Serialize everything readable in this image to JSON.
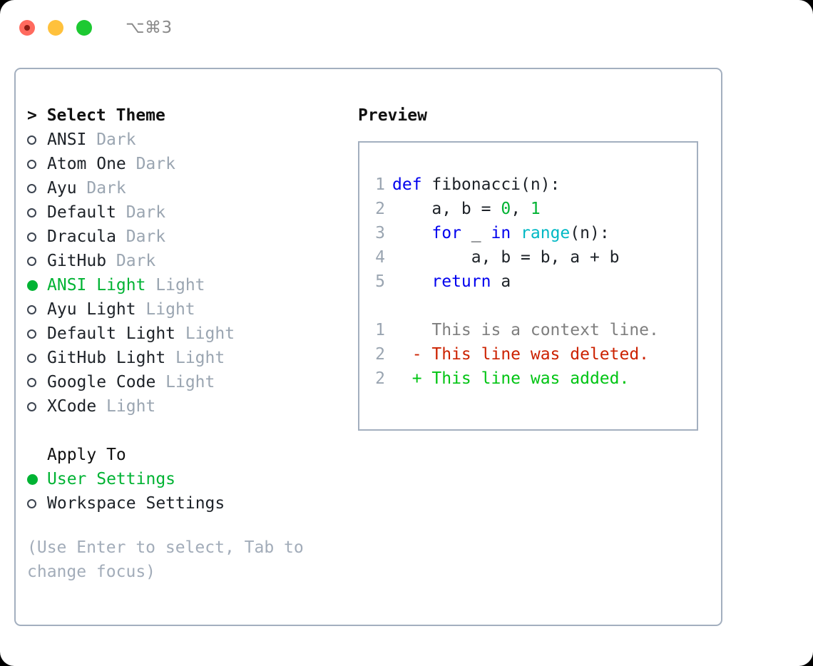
{
  "titlebar": {
    "shortcut": "⌥⌘3",
    "close_label": "close",
    "minimize_label": "minimize",
    "zoom_label": "zoom"
  },
  "theme_picker": {
    "heading": "> Select Theme",
    "items": [
      {
        "name": "ANSI",
        "tag": "Dark",
        "selected": false
      },
      {
        "name": "Atom One",
        "tag": "Dark",
        "selected": false
      },
      {
        "name": "Ayu",
        "tag": "Dark",
        "selected": false
      },
      {
        "name": "Default",
        "tag": "Dark",
        "selected": false
      },
      {
        "name": "Dracula",
        "tag": "Dark",
        "selected": false
      },
      {
        "name": "GitHub",
        "tag": "Dark",
        "selected": false
      },
      {
        "name": "ANSI Light",
        "tag": "Light",
        "selected": true
      },
      {
        "name": "Ayu Light",
        "tag": "Light",
        "selected": false
      },
      {
        "name": "Default Light",
        "tag": "Light",
        "selected": false
      },
      {
        "name": "GitHub Light",
        "tag": "Light",
        "selected": false
      },
      {
        "name": "Google Code",
        "tag": "Light",
        "selected": false
      },
      {
        "name": "XCode",
        "tag": "Light",
        "selected": false
      }
    ]
  },
  "apply_to": {
    "heading": "Apply To",
    "items": [
      {
        "name": "User Settings",
        "selected": true
      },
      {
        "name": "Workspace Settings",
        "selected": false
      }
    ]
  },
  "hint": "(Use Enter to select, Tab to change focus)",
  "preview": {
    "title": "Preview",
    "code_lines": [
      {
        "no": "1",
        "tokens": [
          {
            "t": "def",
            "c": "kw"
          },
          {
            "t": " fibonacci(n):",
            "c": "plain"
          }
        ]
      },
      {
        "no": "2",
        "tokens": [
          {
            "t": "    a, b = ",
            "c": "plain"
          },
          {
            "t": "0",
            "c": "num"
          },
          {
            "t": ", ",
            "c": "plain"
          },
          {
            "t": "1",
            "c": "num"
          }
        ]
      },
      {
        "no": "3",
        "tokens": [
          {
            "t": "    ",
            "c": "plain"
          },
          {
            "t": "for",
            "c": "kw"
          },
          {
            "t": " _ ",
            "c": "plain"
          },
          {
            "t": "in",
            "c": "kw"
          },
          {
            "t": " ",
            "c": "plain"
          },
          {
            "t": "range",
            "c": "fn"
          },
          {
            "t": "(n):",
            "c": "plain"
          }
        ]
      },
      {
        "no": "4",
        "tokens": [
          {
            "t": "        a, b = b, a + b",
            "c": "plain"
          }
        ]
      },
      {
        "no": "5",
        "tokens": [
          {
            "t": "    ",
            "c": "plain"
          },
          {
            "t": "return",
            "c": "kw"
          },
          {
            "t": " a",
            "c": "plain"
          }
        ]
      }
    ],
    "diff_lines": [
      {
        "no": "1",
        "marker": "  ",
        "text": "This is a context line.",
        "kind": "ctx"
      },
      {
        "no": "2",
        "marker": "- ",
        "text": "This line was deleted.",
        "kind": "del"
      },
      {
        "no": "2",
        "marker": "+ ",
        "text": "This line was added.",
        "kind": "add"
      }
    ]
  },
  "colors": {
    "accent_green": "#00b333",
    "diff_add": "#00c413",
    "diff_delete": "#cc2200",
    "keyword_blue": "#0000ee",
    "function_cyan": "#00b8c4",
    "muted": "#9aa5b1",
    "border": "#a3afbf"
  }
}
